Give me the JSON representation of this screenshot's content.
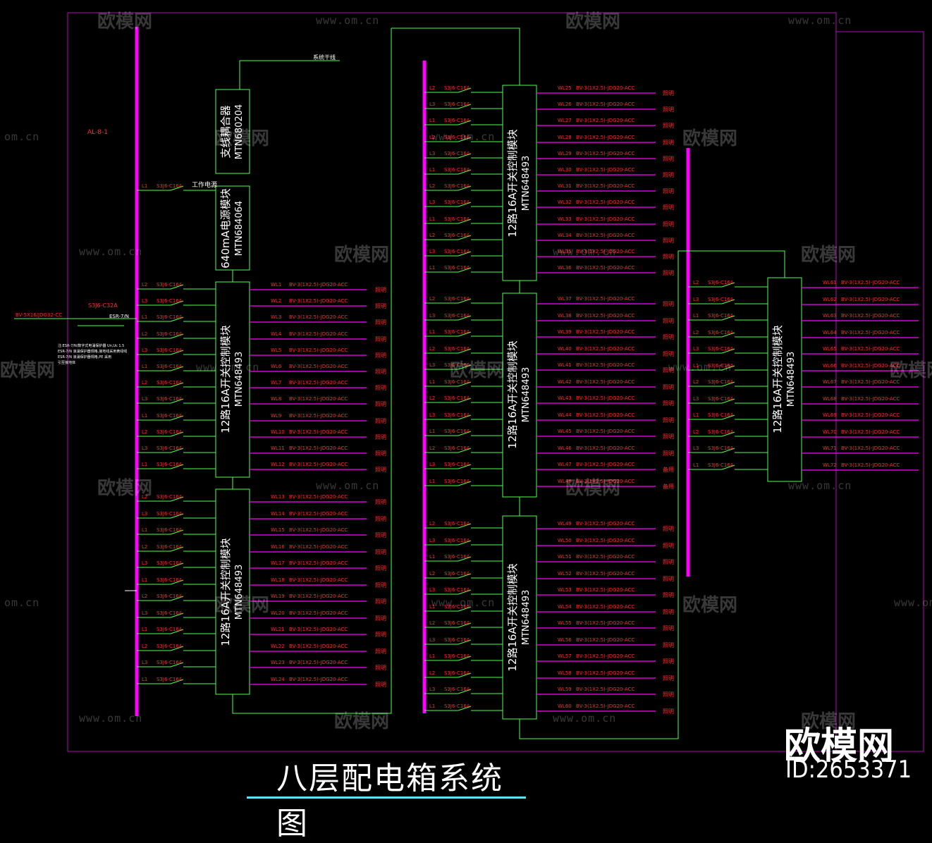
{
  "drawing": {
    "title": "八层配电箱系统图",
    "panel_label": "AL-8-1",
    "feeder_label": "BV-5X16/JDG32-CC",
    "main_breaker": "S3J6-C32A",
    "relay_label": "ESR-7/N",
    "backbone_label": "系统干线",
    "work_power_label": "工作电源",
    "note_lines": [
      "注:ESR-7/N/数字式电涌保护器 Un,Uc 1.5",
      "ESR-7/N 浪涌保护器规格,接地线采用黄绿线",
      "ESR-7/N 浪涌保护器规格,PE 采用",
      "引至接地体"
    ]
  },
  "colors": {
    "bus": "#ff00ff",
    "wire": "#4cff4c",
    "label": "#ff2d2d",
    "frame": "#c000c0",
    "module_text": "#ffffff"
  },
  "modules": {
    "coupler": {
      "name": "支线耦合器",
      "model": "MTN680204"
    },
    "power": {
      "name": "640mA电源模块",
      "model": "MTN684064"
    },
    "switch": {
      "name": "12路16A开关控制模块",
      "model": "MTN648493"
    }
  },
  "breaker_name": "S3J6-C16A",
  "cable_spec": "BV-3(1X2.5)-JDG20-ACC",
  "load_name": "照明",
  "spare_name": "备用",
  "watermark": {
    "brand": "欧模网",
    "url": "www.om.cn",
    "url_short": "om.cn"
  },
  "brand": {
    "name": "欧模网",
    "id": "ID:2653371"
  }
}
